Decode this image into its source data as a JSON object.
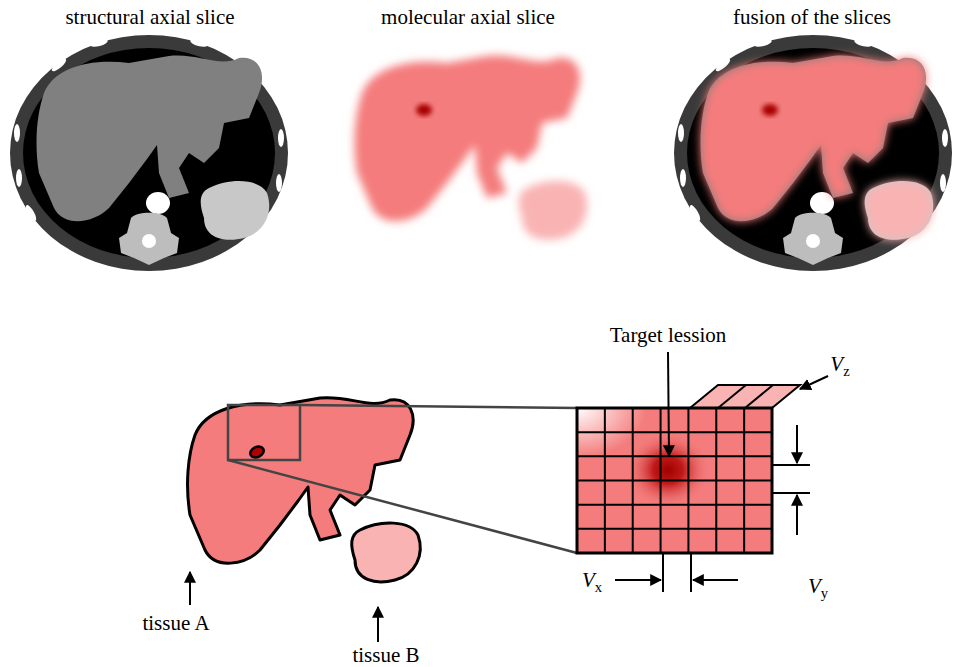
{
  "diagram": {
    "labels": [
      "structural axial slice",
      "molecular axial slice",
      "fusion of the slices",
      "Target lession",
      "Vz",
      "Vy",
      "Vx",
      "tissue A",
      "tissue B"
    ]
  }
}
